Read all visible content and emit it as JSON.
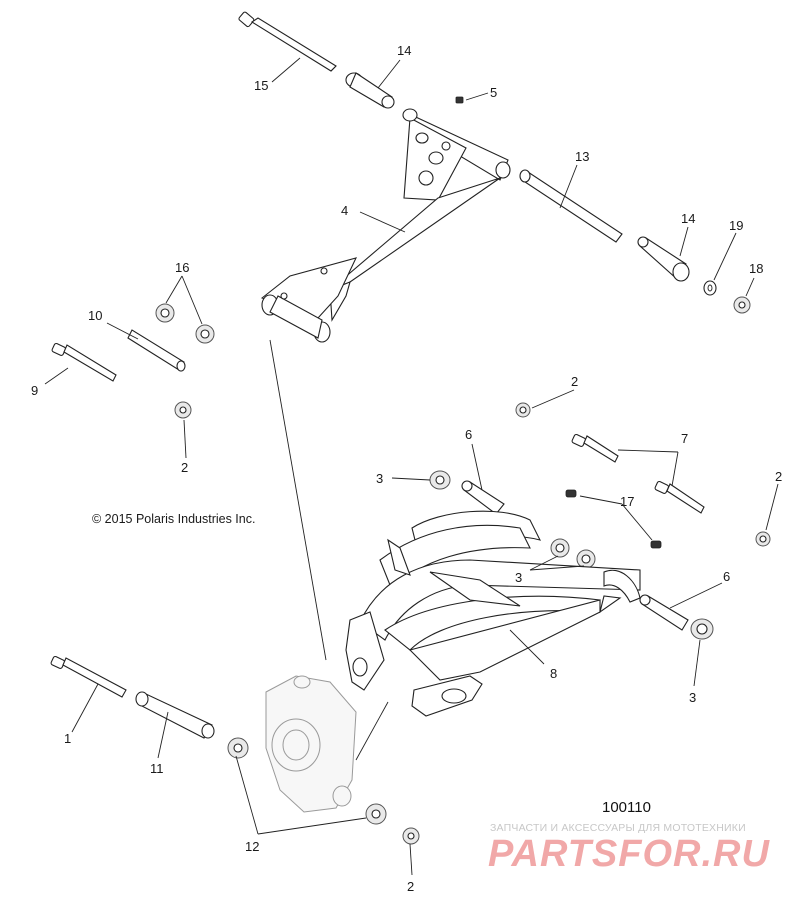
{
  "diagram_number": "100110",
  "copyright": "© 2015 Polaris Industries Inc.",
  "watermark": {
    "caption": "ЗАПЧАСТИ И АКСЕССУАРЫ ДЛЯ МОТОТЕХНИКИ",
    "logo": "PARTSFOR.RU"
  },
  "callouts": {
    "c15": "15",
    "c14a": "14",
    "c5": "5",
    "c13": "13",
    "c4": "4",
    "c14b": "14",
    "c19": "19",
    "c18": "18",
    "c16": "16",
    "c10": "10",
    "c9": "9",
    "c2a": "2",
    "c2b": "2",
    "c6a": "6",
    "c7": "7",
    "c3a": "3",
    "c2c": "2",
    "c17": "17",
    "c3b": "3",
    "c6b": "6",
    "c8": "8",
    "c3c": "3",
    "c1": "1",
    "c11": "11",
    "c12": "12",
    "c2d": "2"
  }
}
